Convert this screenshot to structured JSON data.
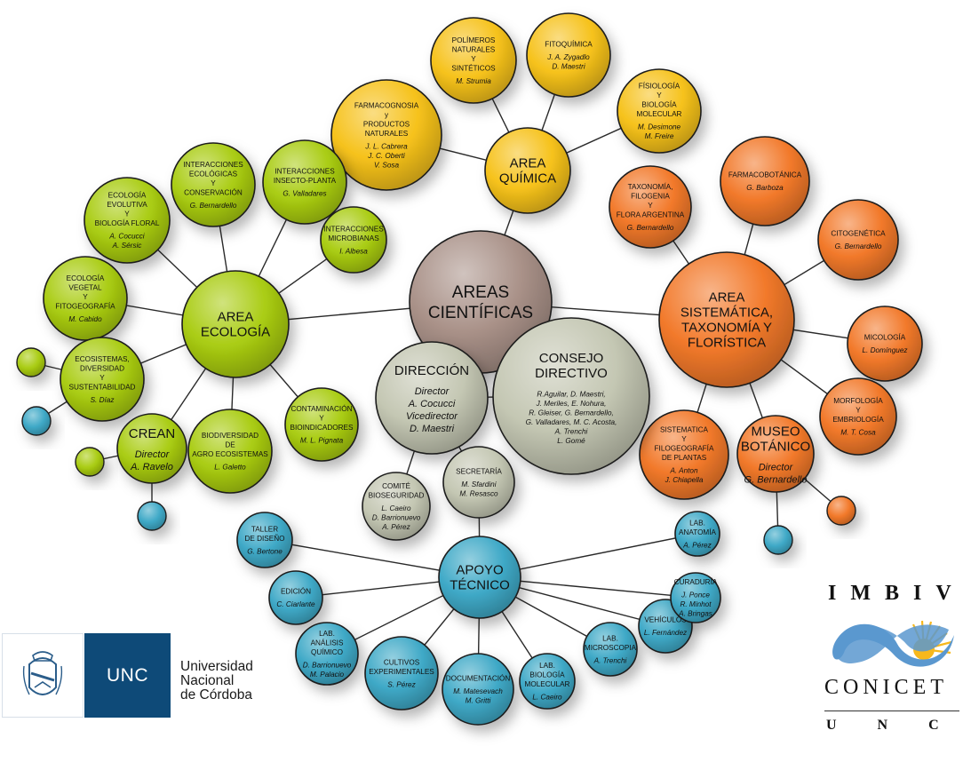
{
  "title": "Áreas Científicas — IMBIV",
  "colors": {
    "ecology": "#a9cc12",
    "chemistry": "#f6c21b",
    "systematics": "#f2792a",
    "center": "#a99188",
    "direction": "#c4c7b3",
    "technical": "#3fa9c7",
    "unc_blue": "#0e4a78",
    "conicet_blue": "#5b98cf",
    "sun_yellow": "#f7b81c"
  },
  "center": {
    "id": "areas",
    "lines": [
      "AREAS",
      "CIENTÍFICAS"
    ]
  },
  "areas": [
    {
      "id": "quimica",
      "title": [
        "AREA",
        "QUÍMICA"
      ],
      "color_key": "chemistry",
      "units": [
        {
          "id": "farmacognosia",
          "lines": [
            "FARMACOGNOSIA",
            "y",
            "PRODUCTOS",
            "NATURALES"
          ],
          "people": [
            "J. L. Cabrera",
            "J. C. Oberti",
            "V. Sosa"
          ]
        },
        {
          "id": "polimeros",
          "lines": [
            "POLÍMEROS",
            "NATURALES",
            "Y",
            "SINTÉTICOS"
          ],
          "people": [
            "M. Strumia"
          ]
        },
        {
          "id": "fitoquimica",
          "lines": [
            "FITOQUÍMICA"
          ],
          "people": [
            "J. A. Zygadlo",
            "D. Maestri"
          ]
        },
        {
          "id": "fisiologia",
          "lines": [
            "FÍSIOLOGÍA",
            "Y",
            "BIOLOGÍA",
            "MOLECULAR"
          ],
          "people": [
            "M. Desimone",
            "M. Freire"
          ]
        }
      ]
    },
    {
      "id": "ecologia",
      "title": [
        "AREA",
        "ECOLOGÍA"
      ],
      "color_key": "ecology",
      "units": [
        {
          "id": "interacciones-ecologicas",
          "lines": [
            "INTERACCIONES",
            "ECOLÓGICAS",
            "Y",
            "CONSERVACIÓN"
          ],
          "people": [
            "G. Bernardello"
          ]
        },
        {
          "id": "insecto-planta",
          "lines": [
            "INTERACCIONES",
            "INSECTO-PLANTA"
          ],
          "people": [
            "G. Valladares"
          ]
        },
        {
          "id": "ecologia-evolutiva",
          "lines": [
            "ECOLOGÍA",
            "EVOLUTIVA",
            "Y",
            "BIOLOGÍA FLORAL"
          ],
          "people": [
            "A. Cocucci",
            "A. Sérsic"
          ]
        },
        {
          "id": "microbianas",
          "lines": [
            "INTERACCIONES",
            "MICROBIANAS"
          ],
          "people": [
            "I. Albesa"
          ]
        },
        {
          "id": "ecologia-vegetal",
          "lines": [
            "ECOLOGÍA",
            "VEGETAL",
            "Y",
            "FITOGEOGRAFÍA"
          ],
          "people": [
            "M. Cabido"
          ]
        },
        {
          "id": "ecosistemas",
          "lines": [
            "ECOSISTEMAS,",
            "DIVERSIDAD",
            "Y",
            "SUSTENTABILIDAD"
          ],
          "people": [
            "S. Díaz"
          ]
        },
        {
          "id": "crean",
          "lines": [
            "CREAN"
          ],
          "people": [
            "Director",
            "A. Ravelo"
          ]
        },
        {
          "id": "agroecosistemas",
          "lines": [
            "BIODIVERSIDAD",
            "DE",
            "AGRO ECOSISTEMAS"
          ],
          "people": [
            "L. Galetto"
          ]
        },
        {
          "id": "contaminacion",
          "lines": [
            "CONTAMINACIÓN",
            "Y",
            "BIOINDICADORES"
          ],
          "people": [
            "M. L. Pignata"
          ]
        }
      ]
    },
    {
      "id": "sistematica",
      "title": [
        "AREA",
        "SISTEMÁTICA,",
        "TAXONOMÍA Y",
        "FLORÍSTICA"
      ],
      "color_key": "systematics",
      "units": [
        {
          "id": "taxonomia",
          "lines": [
            "TAXONOMÍA,",
            "FILOGENIA",
            "Y",
            "FLORA ARGENTINA"
          ],
          "people": [
            "G. Bernardello"
          ]
        },
        {
          "id": "farmacobotanica",
          "lines": [
            "FARMACOBOTÁNICA"
          ],
          "people": [
            "G. Barboza"
          ]
        },
        {
          "id": "citogenetica",
          "lines": [
            "CITOGENÉTICA"
          ],
          "people": [
            "G. Bernardello"
          ]
        },
        {
          "id": "micologia",
          "lines": [
            "MICOLOGÍA"
          ],
          "people": [
            "L. Domínguez"
          ]
        },
        {
          "id": "morfologia",
          "lines": [
            "MORFOLOGÍA",
            "Y",
            "EMBRIOLOGÍA"
          ],
          "people": [
            "M. T. Cosa"
          ]
        },
        {
          "id": "filogeografia",
          "lines": [
            "SISTEMATICA",
            "Y",
            "FILOGEOGRAFÍA",
            "DE PLANTAS"
          ],
          "people": [
            "A. Anton",
            "J. Chiapella"
          ]
        },
        {
          "id": "museo",
          "lines": [
            "MUSEO",
            "BOTÁNICO"
          ],
          "people": [
            "Director",
            "G. Bernardello"
          ]
        }
      ]
    }
  ],
  "direccion": {
    "title": [
      "DIRECCIÓN"
    ],
    "people": [
      "Director",
      "A. Cocucci",
      "Vicedirector",
      "D. Maestri"
    ]
  },
  "consejo": {
    "title": [
      "CONSEJO",
      "DIRECTIVO"
    ],
    "people": [
      "R.Aguilar, D. Maestri,",
      "J. Meriles, E. Nohura,",
      "R. Gleiser, G. Bernardello,",
      "G. Valladares, M. C. Acosta,",
      "A. Trenchi",
      "L. Gomé"
    ]
  },
  "comite": {
    "lines": [
      "COMITÉ",
      "BIOSEGURIDAD"
    ],
    "people": [
      "L. Caeiro",
      "D. Barrionuevo",
      "A. Pérez"
    ]
  },
  "secretaria": {
    "lines": [
      "SECRETARÍA"
    ],
    "people": [
      "M. Sfardini",
      "M. Resasco"
    ]
  },
  "apoyo": {
    "title": [
      "APOYO",
      "TÉCNICO"
    ],
    "units": [
      {
        "id": "taller",
        "lines": [
          "TALLER",
          "DE DISEÑO"
        ],
        "people": [
          "G. Bertone"
        ]
      },
      {
        "id": "edicion",
        "lines": [
          "EDICIÓN"
        ],
        "people": [
          "C. Ciarlante"
        ]
      },
      {
        "id": "analisis",
        "lines": [
          "LAB.",
          "ANÁLISIS",
          "QUÍMICO"
        ],
        "people": [
          "D. Barrionuevo",
          "M. Palacio"
        ]
      },
      {
        "id": "cultivos",
        "lines": [
          "CULTIVOS",
          "EXPERIMENTALES"
        ],
        "people": [
          "S. Pérez"
        ]
      },
      {
        "id": "documentacion",
        "lines": [
          "DOCUMENTACIÓN"
        ],
        "people": [
          "M. Matesevach",
          "M. Gritti"
        ]
      },
      {
        "id": "biologia-molecular",
        "lines": [
          "LAB.",
          "BIOLOGÍA",
          "MOLECULAR"
        ],
        "people": [
          "L. Caeiro"
        ]
      },
      {
        "id": "microscopia",
        "lines": [
          "LAB.",
          "MICROSCOPIA"
        ],
        "people": [
          "A. Trenchi"
        ]
      },
      {
        "id": "vehiculos",
        "lines": [
          "VEHÍCULOS"
        ],
        "people": [
          "L. Fernández"
        ]
      },
      {
        "id": "curaduria",
        "lines": [
          "CURADURÍA"
        ],
        "people": [
          "J. Ponce",
          "R. Minhot",
          "A. Bringas"
        ]
      },
      {
        "id": "anatomia",
        "lines": [
          "LAB.",
          "ANATOMÍA"
        ],
        "people": [
          "A. Pérez"
        ]
      }
    ]
  },
  "logos": {
    "unc": {
      "abbr": "UNC",
      "lines": [
        "Universidad",
        "Nacional",
        "de Córdoba"
      ]
    },
    "imbiv": {
      "title": "IMBIV",
      "middle": "CONICET",
      "bottom": "UNC"
    }
  }
}
